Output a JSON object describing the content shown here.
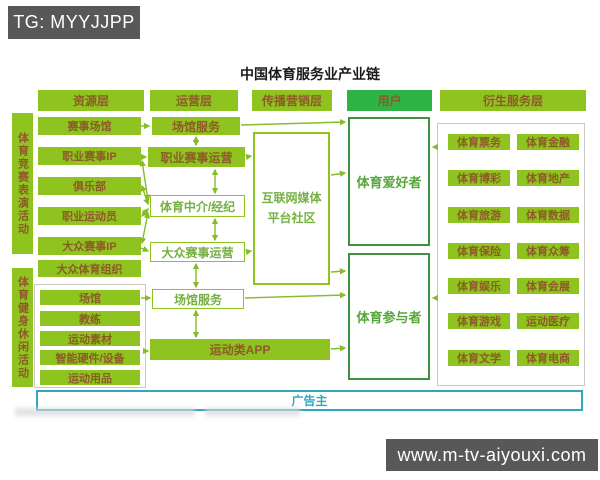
{
  "banners": {
    "top_left": "TG: MYYJJPP",
    "bottom_right": "www.m-tv-aiyouxi.com"
  },
  "title": "中国体育服务业产业链",
  "headers": {
    "resource": "资源层",
    "operation": "运营层",
    "marketing": "传播营销层",
    "user": "用户",
    "derivative": "衍生服务层"
  },
  "side_labels": {
    "competition": "体育竞赛表演活动",
    "fitness": "体育健身休闲活动"
  },
  "resource": {
    "boxes": [
      "赛事场馆",
      "职业赛事IP",
      "俱乐部",
      "职业运动员",
      "大众赛事IP",
      "大众体育组织"
    ],
    "group_boxes": [
      "场馆",
      "教练",
      "运动素材",
      "智能硬件/设备",
      "运动用品"
    ]
  },
  "operation": {
    "venue_service_top": "场馆服务",
    "pro_event_ops": "职业赛事运营",
    "agency": "体育中介/经纪",
    "mass_event_ops": "大众赛事运营",
    "venue_service_bottom": "场馆服务",
    "sports_app": "运动类APP"
  },
  "marketing": {
    "platform": "互联网媒体平台社区"
  },
  "users": {
    "enthusiast": "体育爱好者",
    "participant": "体育参与者"
  },
  "derivative": {
    "items": [
      "体育票务",
      "体育金融",
      "体育博彩",
      "体育地产",
      "体育旅游",
      "体育数据",
      "体育保险",
      "体育众筹",
      "体育娱乐",
      "体育会展",
      "体育游戏",
      "运动医疗",
      "体育文学",
      "体育电商"
    ]
  },
  "advertiser": "广告主",
  "colors": {
    "solid_green": "#8fc31f",
    "user_green": "#2fb344",
    "box_text": "#8d5a28",
    "outline_text": "#76b043",
    "big_border": "#3f9142",
    "teal": "#2fa8bc",
    "banner_gray": "#58585a"
  }
}
